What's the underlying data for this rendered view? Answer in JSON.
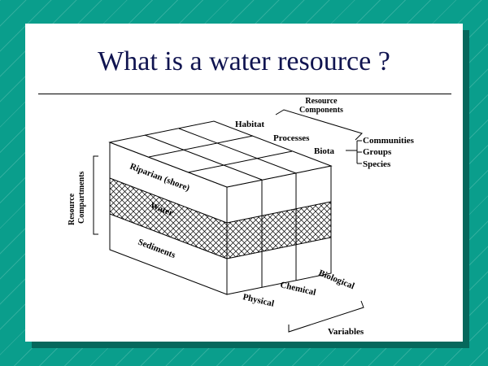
{
  "slide": {
    "title": "What is a water resource ?"
  },
  "diagram": {
    "front_layers": [
      "Riparian (shore)",
      "Water",
      "Sediments"
    ],
    "top_axis": [
      "Habitat",
      "Processes",
      "Biota"
    ],
    "side_axis": [
      "Physical",
      "Chemical",
      "Biological"
    ],
    "biota_breakdown": [
      "Communities",
      "Groups",
      "Species"
    ],
    "labels": {
      "resource_components": [
        "Resource",
        "Components"
      ],
      "resource_compartments": [
        "Resource",
        "Compartments"
      ],
      "variables": "Variables"
    }
  },
  "colors": {
    "background": "#0a9e8c",
    "title": "#101450",
    "shadow": "#06685c"
  }
}
